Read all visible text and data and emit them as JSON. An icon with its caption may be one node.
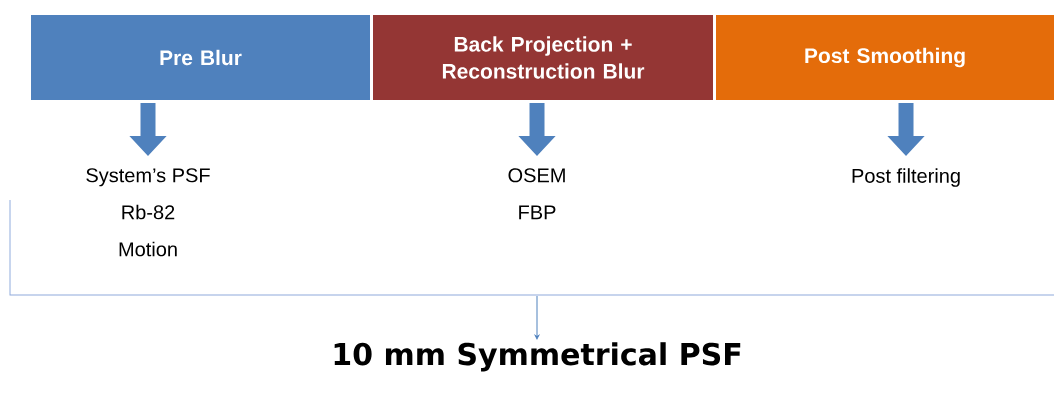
{
  "diagram": {
    "nodes": [
      {
        "text": [
          "Pre Blur"
        ]
      },
      {
        "text": [
          "Back Projection + Reconstruction Blur"
        ]
      },
      {
        "text": [
          "Post Smoothing"
        ]
      },
      {
        "text": [
          "System’s PSF",
          "Rb-82",
          "Motion"
        ]
      },
      {
        "text": [
          "OSEM",
          "FBP"
        ]
      },
      {
        "text": [
          "Post filtering"
        ]
      },
      {
        "text": [
          "10 mm Symmetrical PSF"
        ]
      }
    ],
    "edges": [
      {
        "from": 0,
        "to": 3,
        "arrow": "to"
      },
      {
        "from": 1,
        "to": 4,
        "arrow": "to"
      },
      {
        "from": 2,
        "to": 5,
        "arrow": "to"
      },
      {
        "from": null,
        "to": 6,
        "arrow": "to"
      }
    ]
  }
}
